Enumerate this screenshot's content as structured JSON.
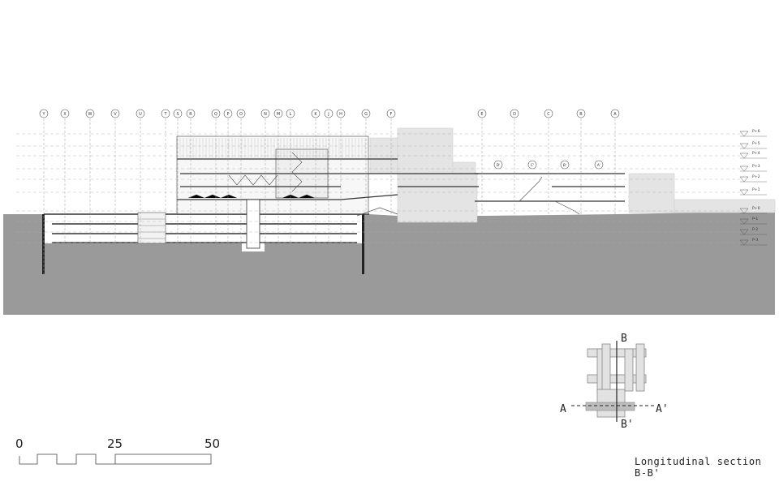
{
  "grid_labels": [
    "Y",
    "X",
    "W",
    "V",
    "U",
    "T",
    "S",
    "R",
    "Q",
    "P",
    "O",
    "N",
    "M",
    "L",
    "K",
    "J",
    "H",
    "G",
    "F",
    "E",
    "D",
    "C",
    "B",
    "A"
  ],
  "sub_grid_labels": [
    "D'",
    "C'",
    "B'",
    "A'"
  ],
  "level_labels": [
    "P+6",
    "P+5",
    "P+4",
    "P+3",
    "P+2",
    "P+1",
    "P+0",
    "P-1",
    "P-2",
    "P-3"
  ],
  "scale_bar": {
    "labels": [
      "0",
      "25",
      "50"
    ]
  },
  "key_plan": {
    "label_a": "A",
    "label_a_prime": "A'",
    "label_b": "B",
    "label_b_prime": "B'"
  },
  "caption": "Longitudinal section B-B'",
  "colors": {
    "ground": "#9a9a9a",
    "line": "#333333",
    "light_building": "#d6d6d6",
    "key_fill": "#e0e0e0",
    "key_dark": "#bdbdbd"
  }
}
